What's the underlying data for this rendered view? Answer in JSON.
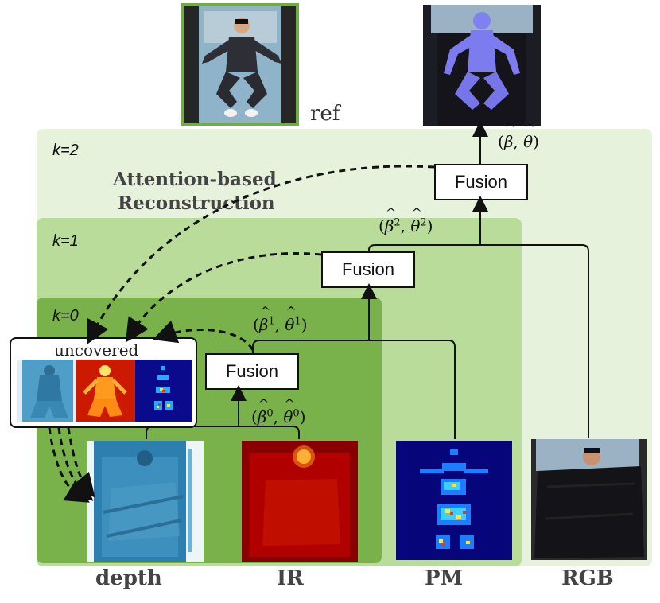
{
  "levels": {
    "k2": "k=2",
    "k1": "k=1",
    "k0": "k=0"
  },
  "title_line1": "Attention-based",
  "title_line2": "Reconstruction",
  "ref_label": "ref",
  "uncovered_label": "uncovered",
  "fusion_label": "Fusion",
  "params": {
    "beta0": "β",
    "theta0": "θ",
    "sup0": "0",
    "sup1": "1",
    "sup2": "2",
    "open": "(",
    "comma": ",",
    "close": ")"
  },
  "modalities": [
    "depth",
    "IR",
    "PM",
    "RGB"
  ],
  "colors": {
    "k2_bg": "#e7f2dc",
    "k1_bg": "#b9dc9b",
    "k0_bg": "#79b24a",
    "ref_border": "#6fae43",
    "mesh": "#8080f0"
  }
}
